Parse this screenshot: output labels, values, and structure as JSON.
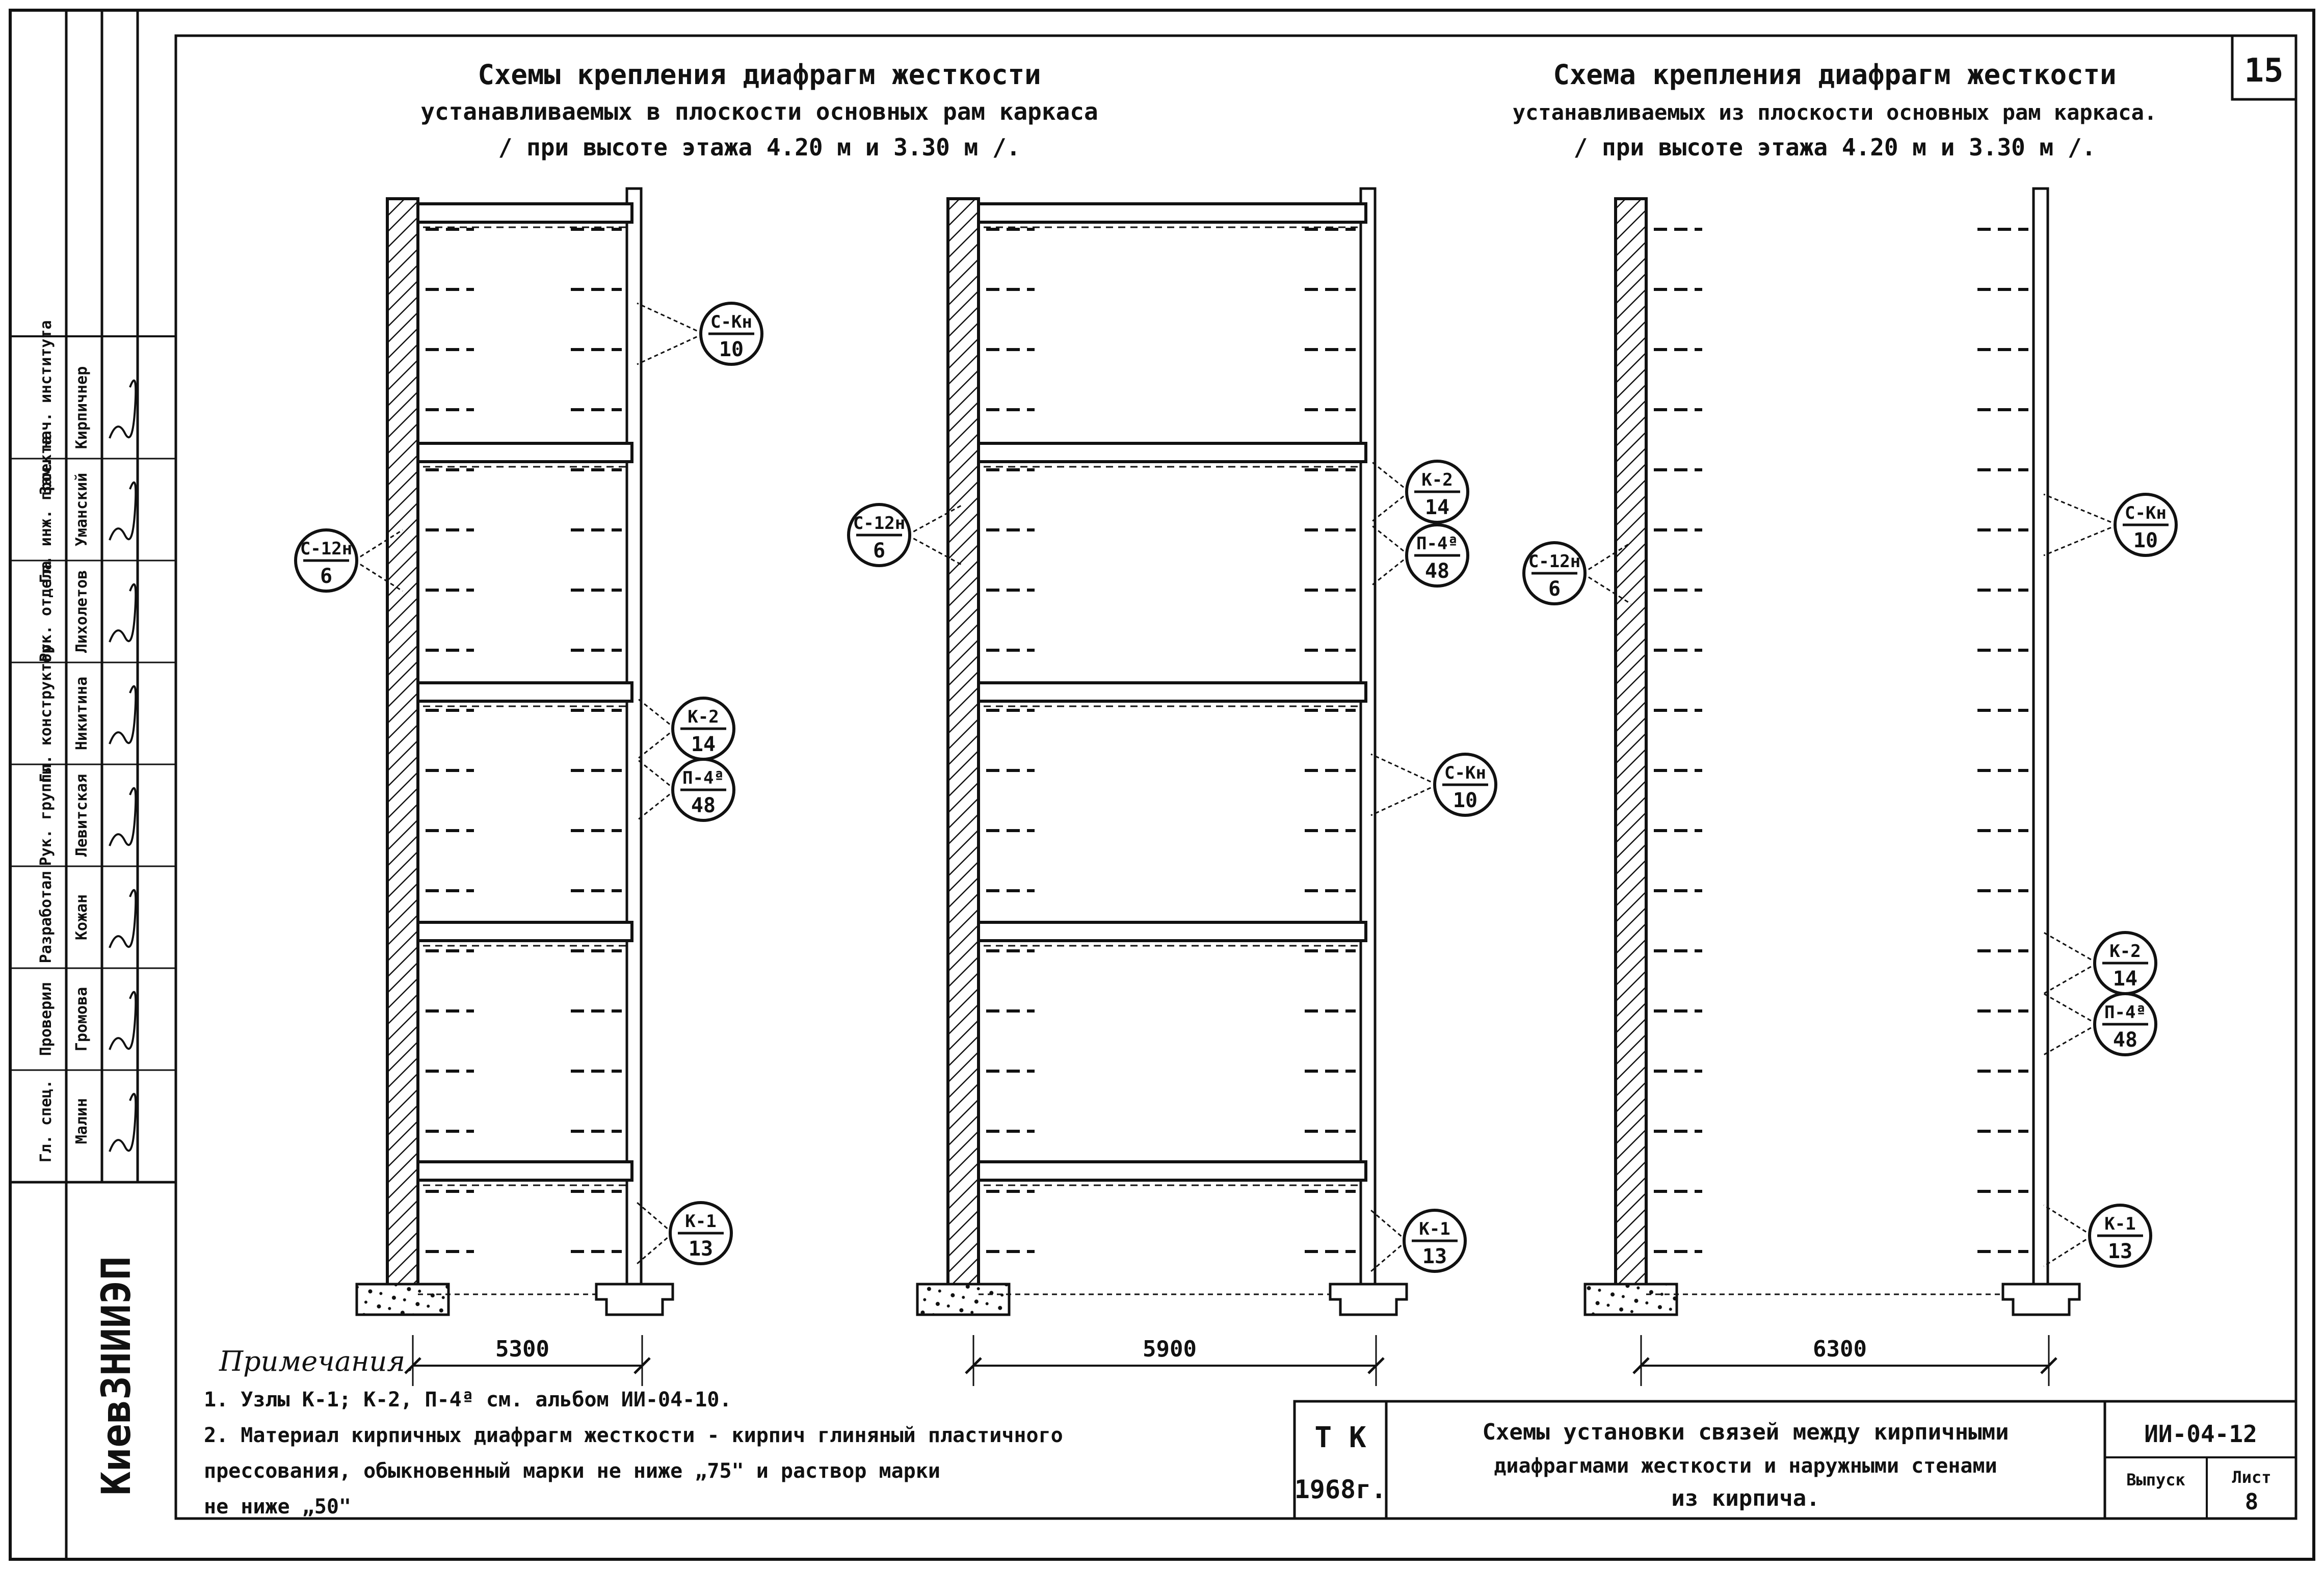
{
  "sheet_number": "15",
  "titles": {
    "left": {
      "line1": "Схемы крепления диафрагм жесткости",
      "line2": "устанавливаемых в плоскости основных рам каркаса",
      "line3": "/ при высоте этажа 4.20 м и 3.30 м /."
    },
    "right": {
      "line1": "Схема крепления диафрагм жесткости",
      "line2": "устанавливаемых из плоскости основных рам каркаса.",
      "line3": "/ при высоте этажа 4.20 м и 3.30 м /."
    }
  },
  "schemes": [
    {
      "dimension": "5300",
      "callouts": [
        {
          "top": "С-Кн",
          "bottom": "10"
        },
        {
          "top": "С-12н",
          "bottom": "6"
        },
        {
          "top": "К-2",
          "bottom": "14"
        },
        {
          "top": "П-4ª",
          "bottom": "48"
        },
        {
          "top": "К-1",
          "bottom": "13"
        }
      ]
    },
    {
      "dimension": "5900",
      "callouts": [
        {
          "top": "К-2",
          "bottom": "14"
        },
        {
          "top": "П-4ª",
          "bottom": "48"
        },
        {
          "top": "С-12н",
          "bottom": "6"
        },
        {
          "top": "С-Кн",
          "bottom": "10"
        },
        {
          "top": "К-1",
          "bottom": "13"
        }
      ]
    },
    {
      "dimension": "6300",
      "callouts": [
        {
          "top": "С-12н",
          "bottom": "6"
        },
        {
          "top": "С-Кн",
          "bottom": "10"
        },
        {
          "top": "К-2",
          "bottom": "14"
        },
        {
          "top": "П-4ª",
          "bottom": "48"
        },
        {
          "top": "К-1",
          "bottom": "13"
        }
      ]
    }
  ],
  "notes": {
    "heading": "Примечания.",
    "items": [
      "1. Узлы К-1; К-2, П-4ª см. альбом ИИ-04-10.",
      "2. Материал кирпичных диафрагм жесткости - кирпич глиняный пластичного",
      "прессования, обыкновенный марки не ниже „75\" и раствор марки",
      "не ниже „50\""
    ]
  },
  "stamp": {
    "code_left_top": "Т К",
    "code_left_bottom": "1968г.",
    "description_line1": "Схемы установки связей между кирпичными",
    "description_line2": "диафрагмами жесткости и наружными стенами",
    "description_line3": "из кирпича.",
    "series": "ИИ-04-12",
    "sheet_label": "Выпуск",
    "list_label": "Лист",
    "list_value": "8"
  },
  "side_stamp": {
    "organization": "КиевЗНИИЭП",
    "rows": [
      {
        "role": "Зам. нач. института",
        "name": "Кирпичнер",
        "sign": "подпись"
      },
      {
        "role": "Гл. инж. проекта",
        "name": "Уманский",
        "sign": "подпись"
      },
      {
        "role": "Рук. отдела",
        "name": "Лихолетов",
        "sign": "подпись"
      },
      {
        "role": "Гл. конструктор",
        "name": "Никитина",
        "sign": "подпись"
      },
      {
        "role": "Рук. группы",
        "name": "Левитская",
        "sign": "подпись"
      },
      {
        "role": "Разработал",
        "name": "Кожан",
        "sign": "подпись"
      },
      {
        "role": "Проверил",
        "name": "Громова",
        "sign": "подпись"
      },
      {
        "role": "Гл. спец.",
        "name": "Малин",
        "sign": "подпись"
      }
    ]
  }
}
